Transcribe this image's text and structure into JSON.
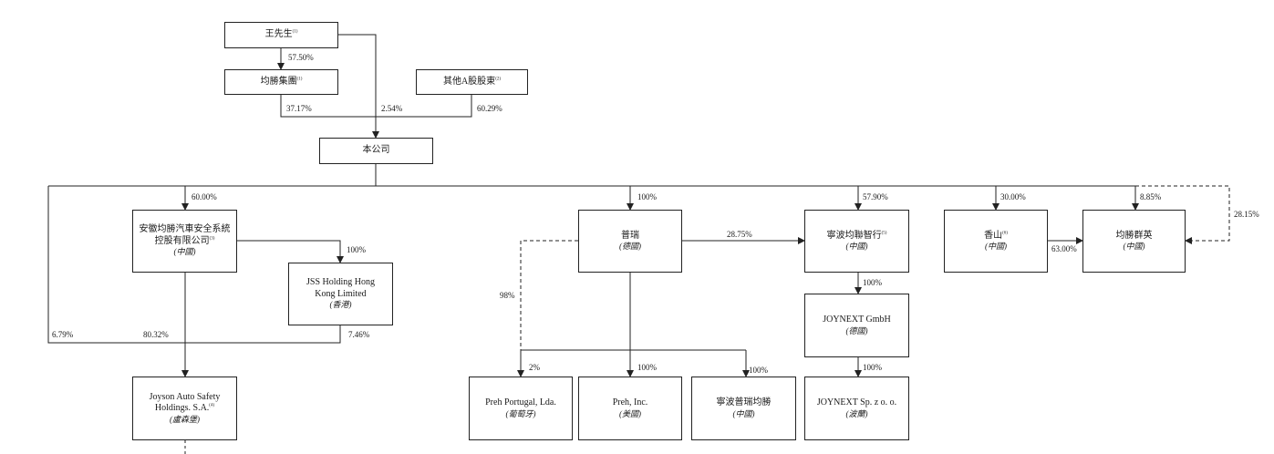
{
  "entities": {
    "mr_wang": {
      "name": "王先生",
      "note": "(1)"
    },
    "joyson_group": {
      "name": "均勝集團",
      "note": "(1)"
    },
    "other_a_holders": {
      "name": "其他A股股東",
      "note": "(2)"
    },
    "company": {
      "name": "本公司"
    },
    "anhui_joyson": {
      "name1": "安徽均勝汽車安全系統",
      "name2": "控股有限公司",
      "note": "(3)",
      "sub": "(中國)"
    },
    "jss_holding": {
      "name1": "JSS Holding Hong",
      "name2": "Kong Limited",
      "sub": "(香港)"
    },
    "joyson_auto": {
      "name1": "Joyson Auto Safety",
      "name2": "Holdings. S.A.",
      "note": "(4)",
      "sub": "(盧森堡)"
    },
    "preh": {
      "name": "普瑞",
      "sub": "(德國)"
    },
    "preh_portugal": {
      "name": "Preh Portugal, Lda.",
      "sub": "(葡萄牙)"
    },
    "preh_inc": {
      "name": "Preh, Inc.",
      "sub": "(美國)"
    },
    "ningbo_preh": {
      "name": "寧波普瑞均勝",
      "sub": "(中國)"
    },
    "ningbo_joyson_zhixing": {
      "name": "寧波均聯智行",
      "note": "(5)",
      "sub": "(中國)"
    },
    "joynext_gmbh": {
      "name": "JOYNEXT GmbH",
      "sub": "(德國)"
    },
    "joynext_sp": {
      "name": "JOYNEXT Sp. z o. o.",
      "sub": "(波蘭)"
    },
    "xiangshan": {
      "name": "香山",
      "note": "(6)",
      "sub": "(中國)"
    },
    "joyson_qunying": {
      "name": "均勝群英",
      "sub": "(中國)"
    }
  },
  "percentages": {
    "wang_to_group": "57.50%",
    "group_to_company": "37.17%",
    "wang_to_company": "2.54%",
    "others_to_company": "60.29%",
    "company_to_anhui": "60.00%",
    "company_to_preh": "100%",
    "company_to_ningbo_zhixing": "57.90%",
    "company_to_xiangshan": "30.00%",
    "company_to_qunying": "8.85%",
    "company_to_joyson_auto": "6.79%",
    "anhui_to_joyson_auto": "80.32%",
    "anhui_to_jss": "100%",
    "jss_to_joyson_auto": "7.46%",
    "preh_to_ningbo_zhixing": "28.75%",
    "preh_to_portugal_dashed": "98%",
    "portugal_other": "2%",
    "preh_to_inc": "100%",
    "preh_to_ningbo_preh": "100%",
    "zhixing_to_gmbh": "100%",
    "gmbh_to_sp": "100%",
    "xiangshan_to_qunying": "63.00%",
    "qunying_dashed": "28.15%"
  }
}
